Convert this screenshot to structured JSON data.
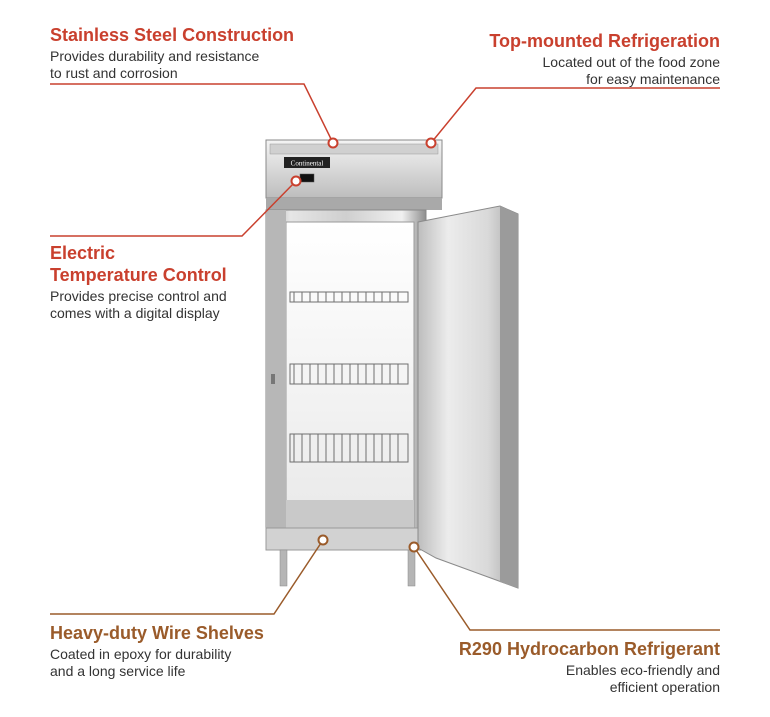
{
  "brand_badge": "Continental",
  "accent_colors": {
    "red": "#c9402e",
    "brown": "#9a5b2a"
  },
  "callouts": {
    "stainless": {
      "title": "Stainless Steel Construction",
      "line1": "Provides durability and resistance",
      "line2": "to rust and corrosion"
    },
    "topmounted": {
      "title": "Top-mounted Refrigeration",
      "line1": "Located out of the food zone",
      "line2": "for easy maintenance"
    },
    "electric": {
      "title_line1": "Electric",
      "title_line2": "Temperature Control",
      "line1": "Provides precise control and",
      "line2": "comes with a digital display"
    },
    "shelves": {
      "title": "Heavy-duty Wire Shelves",
      "line1": "Coated in epoxy for durability",
      "line2": "and a long service life"
    },
    "refrigerant": {
      "title": "R290 Hydrocarbon Refrigerant",
      "line1": "Enables eco-friendly and",
      "line2": "efficient operation"
    }
  }
}
